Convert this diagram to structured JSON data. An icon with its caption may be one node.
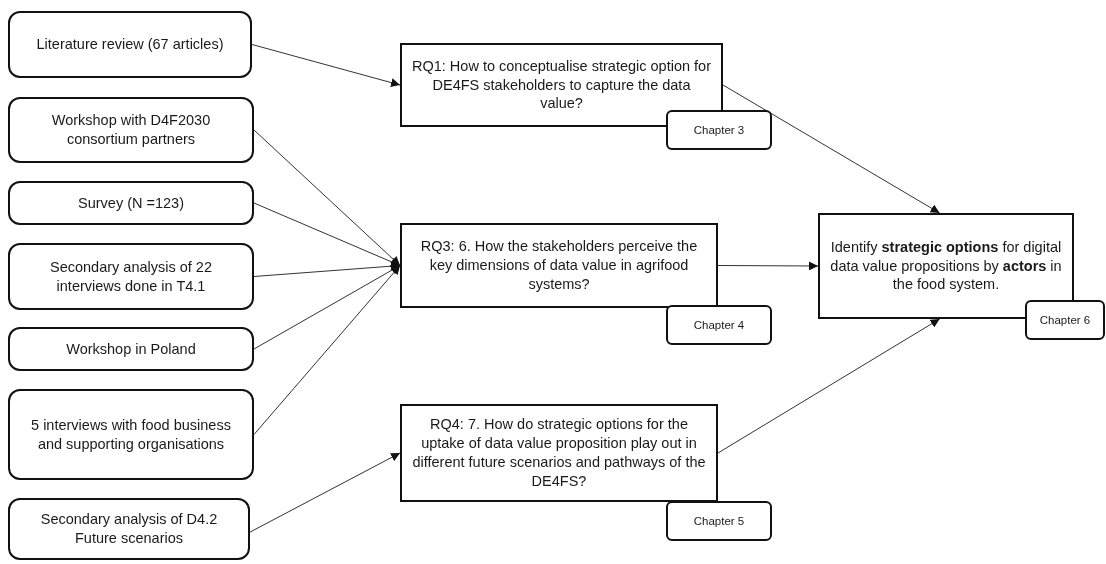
{
  "diagram": {
    "nodes": [
      {
        "text": [
          "Literature review (67 articles)"
        ]
      },
      {
        "text": [
          "Workshop with D4F2030 consortium partners"
        ]
      },
      {
        "text": [
          "Survey (N =123)"
        ]
      },
      {
        "text": [
          "Secondary analysis of 22 interviews done in T4.1"
        ]
      },
      {
        "text": [
          "Workshop in Poland"
        ]
      },
      {
        "text": [
          "5 interviews with food business and supporting organisations"
        ]
      },
      {
        "text": [
          "Secondary analysis of D4.2 Future scenarios"
        ]
      },
      {
        "text": [
          "RQ1: How to conceptualise strategic option for DE4FS stakeholders to capture the data value?"
        ]
      },
      {
        "text": [
          "Chapter 3"
        ]
      },
      {
        "text": [
          "RQ3: 6. How the stakeholders perceive the key dimensions of data value in agrifood systems?"
        ]
      },
      {
        "text": [
          "Chapter 4"
        ]
      },
      {
        "text": [
          "RQ4: 7. How do strategic options for the uptake of data value proposition play out in different future scenarios and pathways of the DE4FS?"
        ]
      },
      {
        "text": [
          "Chapter 5"
        ]
      },
      {
        "text": [
          "Identify **strategic options** for digital data value propositions by **actors** in the food system."
        ]
      },
      {
        "text": [
          "Chapter 6"
        ]
      }
    ],
    "edges": [
      {
        "from": 0,
        "to": 7,
        "arrow": "to"
      },
      {
        "from": 1,
        "to": 9,
        "arrow": "to"
      },
      {
        "from": 2,
        "to": 9,
        "arrow": "to"
      },
      {
        "from": 3,
        "to": 9,
        "arrow": "to"
      },
      {
        "from": 4,
        "to": 9,
        "arrow": "to"
      },
      {
        "from": 5,
        "to": 9,
        "arrow": "to"
      },
      {
        "from": 6,
        "to": 11,
        "arrow": "to"
      },
      {
        "from": 7,
        "to": 13,
        "arrow": "to"
      },
      {
        "from": 9,
        "to": 13,
        "arrow": "to"
      },
      {
        "from": 11,
        "to": 13,
        "arrow": "to"
      }
    ]
  }
}
